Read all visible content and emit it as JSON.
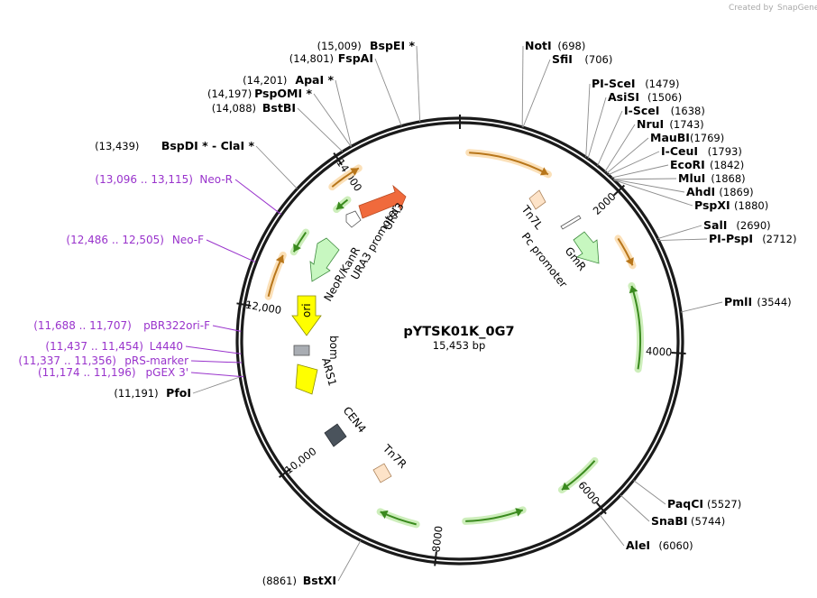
{
  "credit": {
    "prefix": "Created by",
    "brand": "SnapGene"
  },
  "map": {
    "name": "pYTSK01K_0G7",
    "length_label": "15,453 bp",
    "total_bp": 15453
  },
  "ticks": [
    {
      "bp": 0,
      "label": ""
    },
    {
      "bp": 2000,
      "label": "2000"
    },
    {
      "bp": 4000,
      "label": "4000"
    },
    {
      "bp": 6000,
      "label": "6000"
    },
    {
      "bp": 8000,
      "label": "8000"
    },
    {
      "bp": 10000,
      "label": "10,000"
    },
    {
      "bp": 12000,
      "label": "12,000"
    },
    {
      "bp": 14000,
      "label": "14,000"
    }
  ],
  "sites": [
    {
      "bp": 15009,
      "name": "BspEI *",
      "pos": "(15,009)",
      "side": "left"
    },
    {
      "bp": 14801,
      "name": "FspAI",
      "pos": "(14,801)",
      "side": "left"
    },
    {
      "bp": 14201,
      "name": "ApaI *",
      "pos": "(14,201)",
      "side": "left"
    },
    {
      "bp": 14197,
      "name": "PspOMI *",
      "pos": "(14,197)",
      "side": "left"
    },
    {
      "bp": 14088,
      "name": "BstBI",
      "pos": "(14,088)",
      "side": "left"
    },
    {
      "bp": 13439,
      "name": "BspDI * - ClaI *",
      "pos": "(13,439)",
      "side": "left"
    },
    {
      "bp": 11191,
      "name": "PfoI",
      "pos": "(11,191)",
      "side": "left"
    },
    {
      "bp": 8861,
      "name": "BstXI",
      "pos": "(8861)",
      "side": "left"
    },
    {
      "bp": 698,
      "name": "NotI",
      "pos": "(698)",
      "side": "right"
    },
    {
      "bp": 706,
      "name": "SfiI",
      "pos": "(706)",
      "side": "right"
    },
    {
      "bp": 1479,
      "name": "PI-SceI",
      "pos": "(1479)",
      "side": "right"
    },
    {
      "bp": 1506,
      "name": "AsiSI",
      "pos": "(1506)",
      "side": "right"
    },
    {
      "bp": 1638,
      "name": "I-SceI",
      "pos": "(1638)",
      "side": "right"
    },
    {
      "bp": 1743,
      "name": "NruI",
      "pos": "(1743)",
      "side": "right"
    },
    {
      "bp": 1769,
      "name": "MauBI",
      "pos": "(1769)",
      "side": "right"
    },
    {
      "bp": 1793,
      "name": "I-CeuI",
      "pos": "(1793)",
      "side": "right"
    },
    {
      "bp": 1842,
      "name": "EcoRI",
      "pos": "(1842)",
      "side": "right"
    },
    {
      "bp": 1868,
      "name": "MluI",
      "pos": "(1868)",
      "side": "right"
    },
    {
      "bp": 1869,
      "name": "AhdI",
      "pos": "(1869)",
      "side": "right"
    },
    {
      "bp": 1880,
      "name": "PspXI",
      "pos": "(1880)",
      "side": "right"
    },
    {
      "bp": 2690,
      "name": "SalI",
      "pos": "(2690)",
      "side": "right"
    },
    {
      "bp": 2712,
      "name": "PI-PspI",
      "pos": "(2712)",
      "side": "right"
    },
    {
      "bp": 3544,
      "name": "PmlI",
      "pos": "(3544)",
      "side": "right"
    },
    {
      "bp": 5527,
      "name": "PaqCI",
      "pos": "(5527)",
      "side": "right"
    },
    {
      "bp": 5744,
      "name": "SnaBI",
      "pos": "(5744)",
      "side": "right"
    },
    {
      "bp": 6060,
      "name": "AleI",
      "pos": "(6060)",
      "side": "right"
    }
  ],
  "primers": [
    {
      "bp": 13105,
      "name": "Neo-R",
      "range": "(13,096 .. 13,115)"
    },
    {
      "bp": 12495,
      "name": "Neo-F",
      "range": "(12,486 .. 12,505)"
    },
    {
      "bp": 11697,
      "name": "pBR322ori-F",
      "range": "(11,688 .. 11,707)"
    },
    {
      "bp": 11445,
      "name": "L4440",
      "range": "(11,437 .. 11,454)"
    },
    {
      "bp": 11346,
      "name": "pRS-marker",
      "range": "(11,337 .. 11,356)"
    },
    {
      "bp": 11185,
      "name": "pGEX 3'",
      "range": "(11,174 .. 11,196)"
    }
  ],
  "arcs": [
    {
      "start": 120,
      "end": 1200,
      "color": "#f5a623",
      "kind": "orange",
      "dir": 1
    },
    {
      "start": 2450,
      "end": 2850,
      "color": "#f5a623",
      "kind": "orange",
      "dir": 1
    },
    {
      "start": 3100,
      "end": 4250,
      "color": "#5fb12e",
      "kind": "green",
      "dir": -1
    },
    {
      "start": 5650,
      "end": 6250,
      "color": "#5fb12e",
      "kind": "green",
      "dir": 1
    },
    {
      "start": 6850,
      "end": 7650,
      "color": "#5fb12e",
      "kind": "green",
      "dir": -1
    },
    {
      "start": 8300,
      "end": 8800,
      "color": "#5fb12e",
      "kind": "green",
      "dir": 1
    },
    {
      "start": 12150,
      "end": 12700,
      "color": "#f5a623",
      "kind": "orange",
      "dir": 1
    },
    {
      "start": 12800,
      "end": 13100,
      "color": "#5fb12e",
      "kind": "green",
      "dir": -1
    },
    {
      "start": 13750,
      "end": 14150,
      "color": "#f5a623",
      "kind": "orange",
      "dir": 1
    },
    {
      "start": 13600,
      "end": 13800,
      "color": "#5fb12e",
      "kind": "green",
      "dir": -1
    }
  ],
  "features": {
    "ura3": {
      "label": "URA3",
      "color": "#f06a3c"
    },
    "ura3_promoter": {
      "label": "URA3 promoter",
      "color": "#ffffff"
    },
    "neor": {
      "label": "NeoR/KanR",
      "color": "#c7f7c0"
    },
    "ori": {
      "label": "ori",
      "color": "#ffff00"
    },
    "bom": {
      "label": "bom",
      "color": "#a9adb3"
    },
    "ars1": {
      "label": "ARS1",
      "color": "#ffff00"
    },
    "cen4": {
      "label": "CEN4",
      "color": "#4a535c"
    },
    "tn7r": {
      "label": "Tn7R",
      "color": "#fde3c8"
    },
    "tn7l": {
      "label": "Tn7L",
      "color": "#fde3c8"
    },
    "pc_promoter": {
      "label": "Pc promoter",
      "color": "#ffffff"
    },
    "gmr": {
      "label": "GmR",
      "color": "#c7f7c0"
    }
  },
  "colors": {
    "backbone": "#1a1a1a",
    "primer": "#9933cc",
    "leader": "#8c8c8c"
  }
}
